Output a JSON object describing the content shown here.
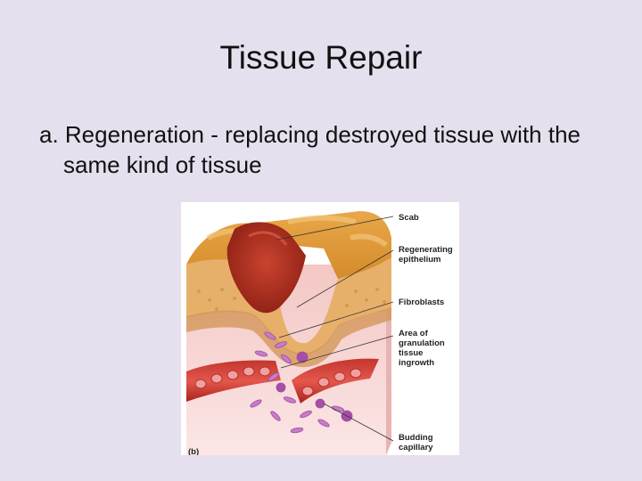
{
  "slide": {
    "title": "Tissue Repair",
    "bullet": "a. Regeneration - replacing destroyed tissue with the same kind of tissue"
  },
  "figure": {
    "labels": {
      "scab": "Scab",
      "regen_1": "Regenerating",
      "regen_2": "epithelium",
      "fibro": "Fibroblasts",
      "area_1": "Area of",
      "area_2": "granulation",
      "area_3": "tissue",
      "area_4": "ingrowth",
      "bud_1": "Budding",
      "bud_2": "capillary",
      "panel": "(b)"
    }
  }
}
